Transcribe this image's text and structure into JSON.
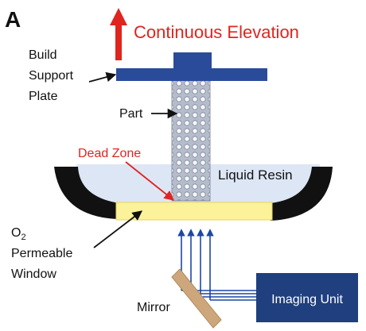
{
  "panel_label": "A",
  "labels": {
    "continuous_elevation": "Continuous Elevation",
    "build_support_plate": [
      "Build",
      "Support",
      "Plate"
    ],
    "part": "Part",
    "dead_zone": "Dead Zone",
    "liquid_resin": "Liquid Resin",
    "o2_window": {
      "o_letter": "O",
      "o_subscript": "2",
      "lines": [
        "Permeable",
        "Window"
      ]
    },
    "mirror": "Mirror",
    "imaging_unit": "Imaging Unit"
  },
  "colors": {
    "accent_red": "#e0241f",
    "plate_blue": "#2a4a9a",
    "imaging_unit_fill": "#1f3f7f",
    "light_ray_blue": "#1d47a6",
    "window_yellow": "#fbf29a",
    "resin_blue": "#dde6f4",
    "vat_black": "#111111",
    "mirror_tan": "#cda77b",
    "part_grey": "#b5bccb"
  }
}
